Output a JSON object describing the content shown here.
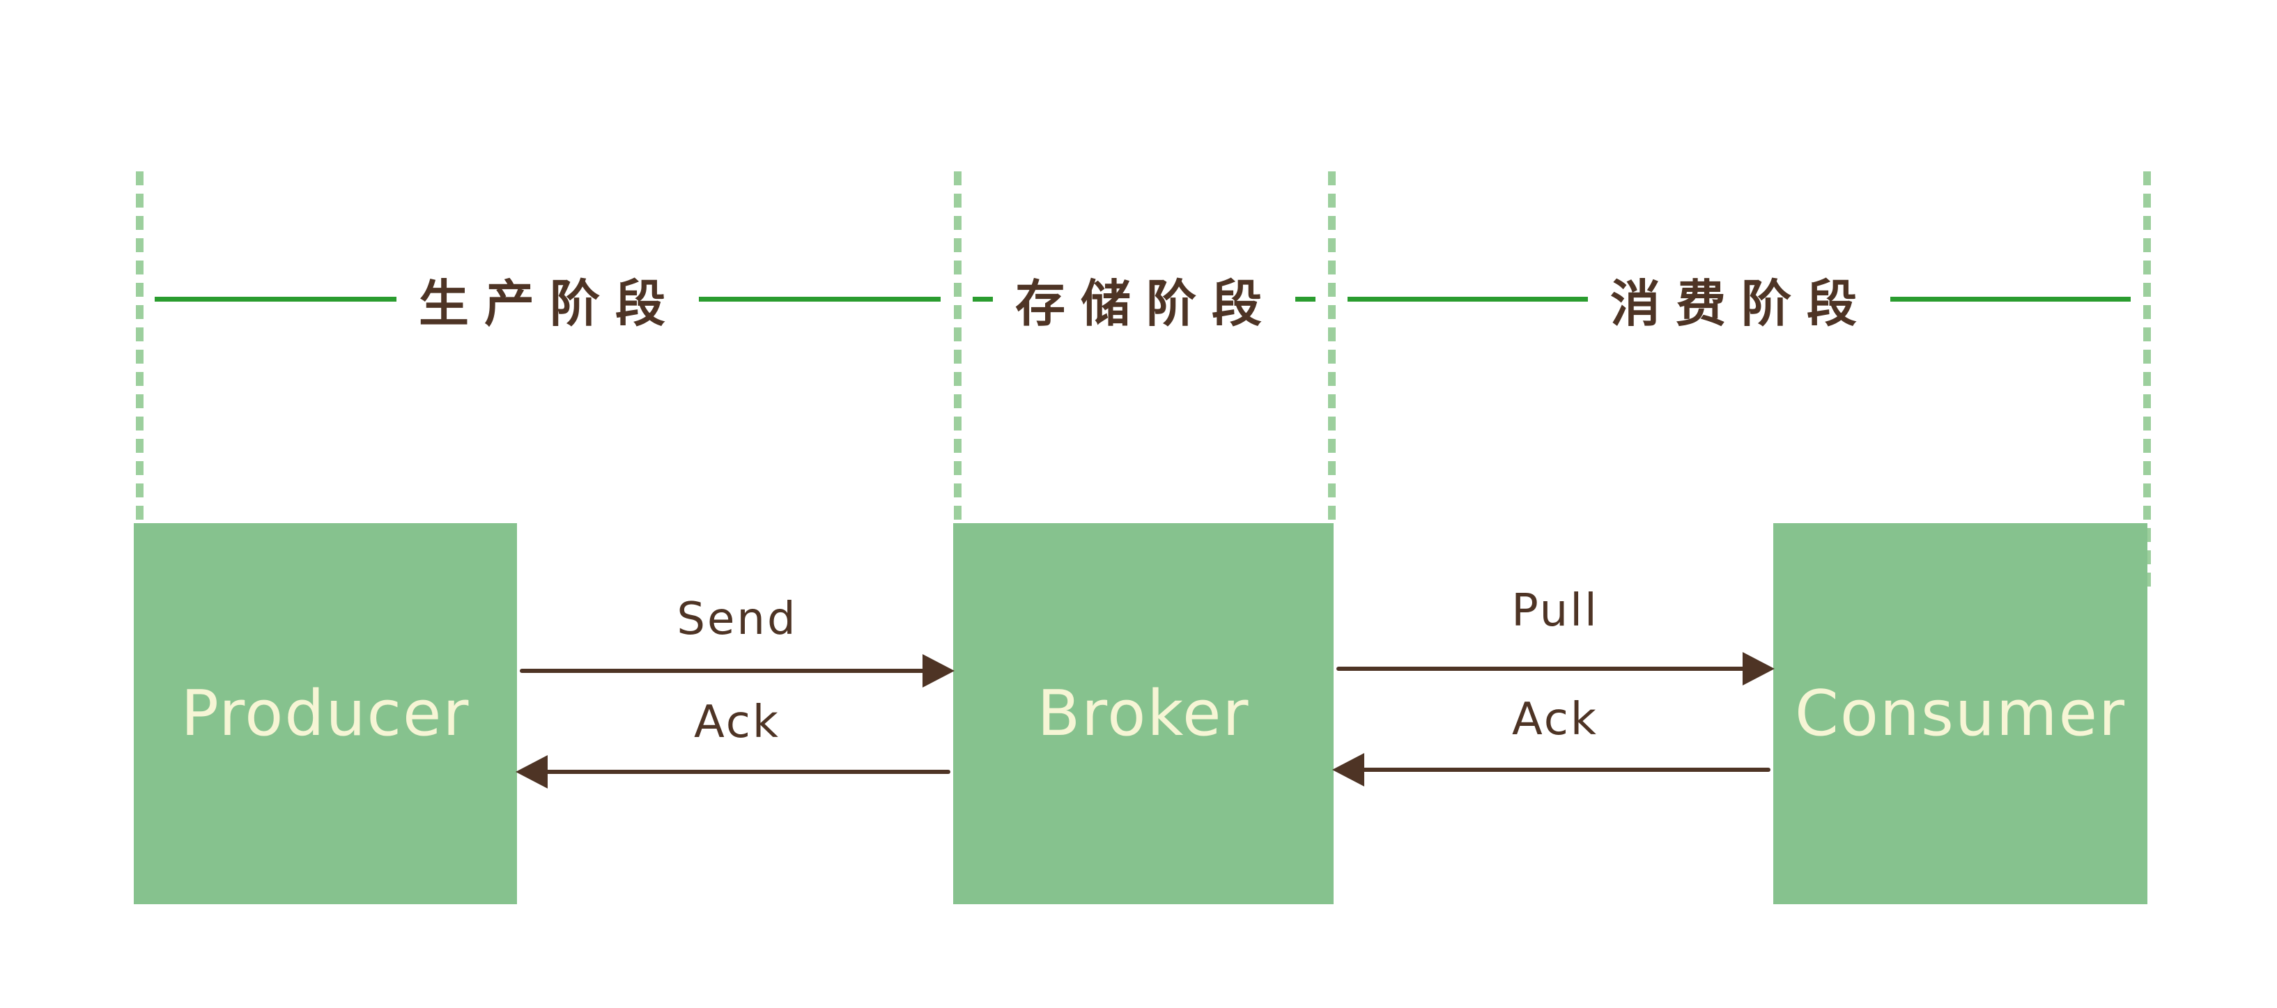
{
  "diagram": {
    "phases": [
      {
        "id": "production",
        "label": "生产阶段"
      },
      {
        "id": "storage",
        "label": "存储阶段"
      },
      {
        "id": "consumption",
        "label": "消费阶段"
      }
    ],
    "nodes": [
      {
        "id": "producer",
        "label": "Producer"
      },
      {
        "id": "broker",
        "label": "Broker"
      },
      {
        "id": "consumer",
        "label": "Consumer"
      }
    ],
    "messages": [
      {
        "from": "producer",
        "to": "broker",
        "label": "Send",
        "direction": "right"
      },
      {
        "from": "broker",
        "to": "producer",
        "label": "Ack",
        "direction": "left"
      },
      {
        "from": "broker",
        "to": "consumer",
        "label": "Pull",
        "direction": "right"
      },
      {
        "from": "consumer",
        "to": "broker",
        "label": "Ack",
        "direction": "left"
      }
    ],
    "colors": {
      "node_fill": "#86c28e",
      "node_text": "#f6f5d5",
      "phase_line": "#2a9c2f",
      "phase_dash": "#9ccf9d",
      "ink_brown": "#4e3425",
      "background": "#ffffff"
    }
  }
}
